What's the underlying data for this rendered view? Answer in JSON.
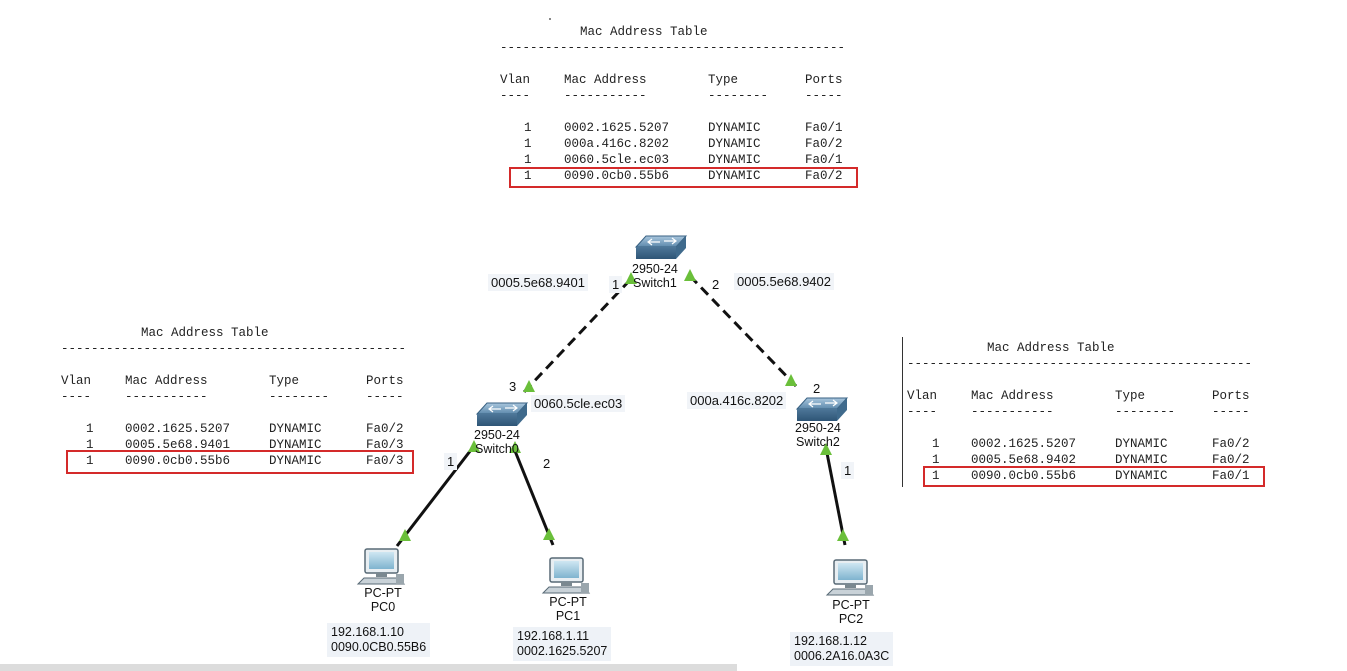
{
  "tables": {
    "top": {
      "title": "Mac Address Table",
      "headers": {
        "vlan": "Vlan",
        "mac": "Mac Address",
        "type": "Type",
        "ports": "Ports"
      },
      "dashes": {
        "vlan": "----",
        "mac": "-----------",
        "type": "--------",
        "ports": "-----"
      },
      "rows": [
        {
          "vlan": "1",
          "mac": "0002.1625.5207",
          "type": "DYNAMIC",
          "port": "Fa0/1"
        },
        {
          "vlan": "1",
          "mac": "000a.416c.8202",
          "type": "DYNAMIC",
          "port": "Fa0/2"
        },
        {
          "vlan": "1",
          "mac": "0060.5cle.ec03",
          "type": "DYNAMIC",
          "port": "Fa0/1"
        },
        {
          "vlan": "1",
          "mac": "0090.0cb0.55b6",
          "type": "DYNAMIC",
          "port": "Fa0/2"
        }
      ]
    },
    "left": {
      "title": "Mac Address Table",
      "headers": {
        "vlan": "Vlan",
        "mac": "Mac Address",
        "type": "Type",
        "ports": "Ports"
      },
      "dashes": {
        "vlan": "----",
        "mac": "-----------",
        "type": "--------",
        "ports": "-----"
      },
      "rows": [
        {
          "vlan": "1",
          "mac": "0002.1625.5207",
          "type": "DYNAMIC",
          "port": "Fa0/2"
        },
        {
          "vlan": "1",
          "mac": "0005.5e68.9401",
          "type": "DYNAMIC",
          "port": "Fa0/3"
        },
        {
          "vlan": "1",
          "mac": "0090.0cb0.55b6",
          "type": "DYNAMIC",
          "port": "Fa0/3"
        }
      ]
    },
    "right": {
      "title": "Mac Address Table",
      "headers": {
        "vlan": "Vlan",
        "mac": "Mac Address",
        "type": "Type",
        "ports": "Ports"
      },
      "dashes": {
        "vlan": "----",
        "mac": "-----------",
        "type": "--------",
        "ports": "-----"
      },
      "rows": [
        {
          "vlan": "1",
          "mac": "0002.1625.5207",
          "type": "DYNAMIC",
          "port": "Fa0/2"
        },
        {
          "vlan": "1",
          "mac": "0005.5e68.9402",
          "type": "DYNAMIC",
          "port": "Fa0/2"
        },
        {
          "vlan": "1",
          "mac": "0090.0cb0.55b6",
          "type": "DYNAMIC",
          "port": "Fa0/1"
        }
      ]
    }
  },
  "devices": {
    "switch1": {
      "model": "2950-24",
      "name": "Switch1"
    },
    "switch0": {
      "model": "2950-24",
      "name": "Switch0"
    },
    "switch2": {
      "model": "2950-24",
      "name": "Switch2"
    },
    "pc0": {
      "model": "PC-PT",
      "name": "PC0",
      "ip": "192.168.1.10",
      "mac": "0090.0CB0.55B6"
    },
    "pc1": {
      "model": "PC-PT",
      "name": "PC1",
      "ip": "192.168.1.11",
      "mac": "0002.1625.5207"
    },
    "pc2": {
      "model": "PC-PT",
      "name": "PC2",
      "ip": "192.168.1.12",
      "mac": "0006.2A16.0A3C"
    }
  },
  "links": {
    "s1_s0": {
      "mac_s1": "0005.5e68.9401",
      "port_s1": "1",
      "port_s0": "3",
      "mac_s0": "0060.5cle.ec03"
    },
    "s1_s2": {
      "mac_s1": "0005.5e68.9402",
      "port_s1": "2",
      "port_s2": "2",
      "mac_s2": "000a.416c.8202"
    },
    "s0_pc0": {
      "port": "1"
    },
    "s0_pc1": {
      "port": "2"
    },
    "s2_pc2": {
      "port": "1"
    }
  },
  "colors": {
    "highlight": "#d42a2a",
    "link_up": "#6abf3a",
    "cable": "#111111"
  }
}
